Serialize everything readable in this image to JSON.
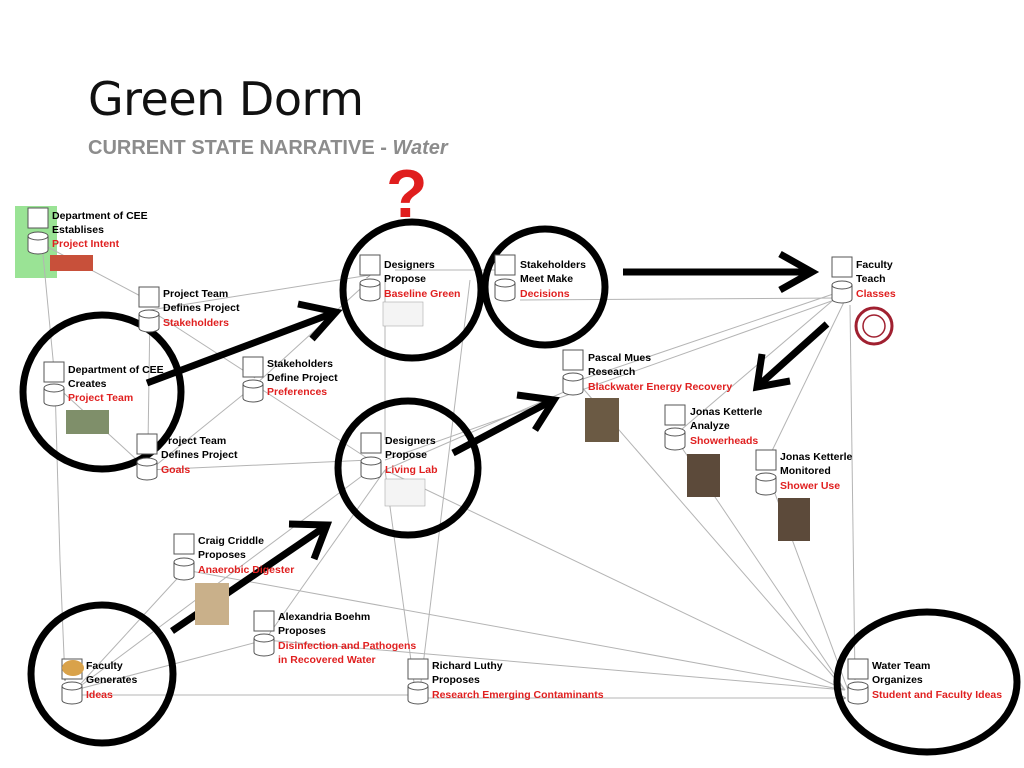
{
  "title": "Green Dorm",
  "subtitle": {
    "prefix": "CURRENT STATE NARRATIVE - ",
    "emphasis": "Water"
  },
  "question_mark": "?",
  "colors": {
    "highlight": "#e02020",
    "connector": "#aaaaaa",
    "green_highlight": "#8fe08a"
  },
  "nodes": [
    {
      "id": "cee-establishes",
      "lines": [
        "Department of CEE",
        "Establises"
      ],
      "highlight": "Project Intent"
    },
    {
      "id": "team-stakeholders",
      "lines": [
        "Project Team",
        "Defines Project"
      ],
      "highlight": "Stakeholders"
    },
    {
      "id": "cee-creates",
      "lines": [
        "Department of CEE",
        "Creates"
      ],
      "highlight": "Project Team"
    },
    {
      "id": "stakeholders-preferences",
      "lines": [
        "Stakeholders",
        "Define Project"
      ],
      "highlight": "Preferences"
    },
    {
      "id": "team-goals",
      "lines": [
        "Project Team",
        "Defines Project"
      ],
      "highlight": "Goals"
    },
    {
      "id": "baseline-green",
      "lines": [
        "Designers",
        "Propose"
      ],
      "highlight": "Baseline Green"
    },
    {
      "id": "decisions",
      "lines": [
        "Stakeholders",
        "Meet Make"
      ],
      "highlight": "Decisions"
    },
    {
      "id": "classes",
      "lines": [
        "Faculty",
        "Teach"
      ],
      "highlight": "Classes"
    },
    {
      "id": "blackwater",
      "lines": [
        "Pascal Mues",
        "Research"
      ],
      "highlight": "Blackwater Energy Recovery"
    },
    {
      "id": "showerheads",
      "lines": [
        "Jonas Ketterle",
        "Analyze"
      ],
      "highlight": "Showerheads"
    },
    {
      "id": "shower-use",
      "lines": [
        "Jonas Ketterle",
        "Monitored"
      ],
      "highlight": "Shower Use"
    },
    {
      "id": "living-lab",
      "lines": [
        "Designers",
        "Propose"
      ],
      "highlight": "Living Lab"
    },
    {
      "id": "anaerobic",
      "lines": [
        "Craig Criddle",
        "Proposes"
      ],
      "highlight": "Anaerobic Digester"
    },
    {
      "id": "disinfection",
      "lines": [
        "Alexandria Boehm",
        "Proposes"
      ],
      "highlight": "Disinfection and Pathogens",
      "highlight2": "in Recovered Water"
    },
    {
      "id": "ideas",
      "lines": [
        "Faculty",
        "Generates"
      ],
      "highlight": "Ideas"
    },
    {
      "id": "contaminants",
      "lines": [
        "Richard Luthy",
        "Proposes"
      ],
      "highlight": "Research Emerging Contaminants"
    },
    {
      "id": "water-team",
      "lines": [
        "Water Team",
        "Organizes"
      ],
      "highlight": "Student and Faculty Ideas"
    }
  ]
}
